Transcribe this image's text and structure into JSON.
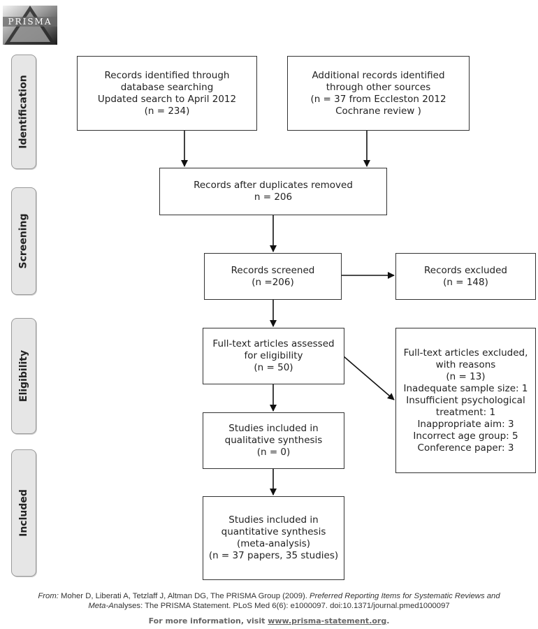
{
  "logo": {
    "text": "PRISMA"
  },
  "stages": {
    "identification": "Identification",
    "screening": "Screening",
    "eligibility": "Eligibility",
    "included": "Included"
  },
  "boxes": {
    "db_search": [
      "Records identified through",
      "database searching",
      "Updated search to April 2012",
      "(n = 234)"
    ],
    "other_sources": [
      "Additional records identified",
      "through other sources",
      "(n = 37 from Eccleston 2012",
      "Cochrane review )"
    ],
    "duplicates_removed": [
      "Records after duplicates removed",
      "n = 206"
    ],
    "screened": [
      "Records screened",
      "(n =206)"
    ],
    "excluded": [
      "Records excluded",
      "(n = 148)"
    ],
    "fulltext_assessed": [
      "Full-text articles assessed",
      "for eligibility",
      "(n = 50)"
    ],
    "fulltext_excluded": [
      "Full-text articles excluded,",
      "with reasons",
      "(n = 13)",
      "Inadequate sample size: 1",
      "Insufficient psychological",
      "treatment: 1",
      "Inappropriate aim: 3",
      "Incorrect age group: 5",
      "Conference paper: 3"
    ],
    "qualitative": [
      "Studies included in",
      "qualitative synthesis",
      "(n = 0)"
    ],
    "quantitative": [
      "Studies included in",
      "quantitative synthesis",
      "(meta-analysis)",
      "(n = 37 papers, 35 studies)"
    ]
  },
  "footer": {
    "from_label": "From:",
    "citation_1": "Moher D, Liberati A, Tetzlaff J, Altman DG, The PRISMA Group (2009).",
    "title_p": "P",
    "title_1": "referred ",
    "title_r": "R",
    "title_2": "eporting ",
    "title_i": "I",
    "title_3": "tems for ",
    "title_s": "S",
    "title_4": "ystematic Reviews and",
    "title_m": "M",
    "title_5": "eta-",
    "title_a": "A",
    "citation_2": "nalyses: The PRISMA Statement. PLoS Med 6(6): e1000097. doi:10.1371/journal.pmed1000097",
    "more_info_prefix": "For more information, visit ",
    "more_info_url": "www.prisma-statement.org",
    "more_info_suffix": "."
  }
}
